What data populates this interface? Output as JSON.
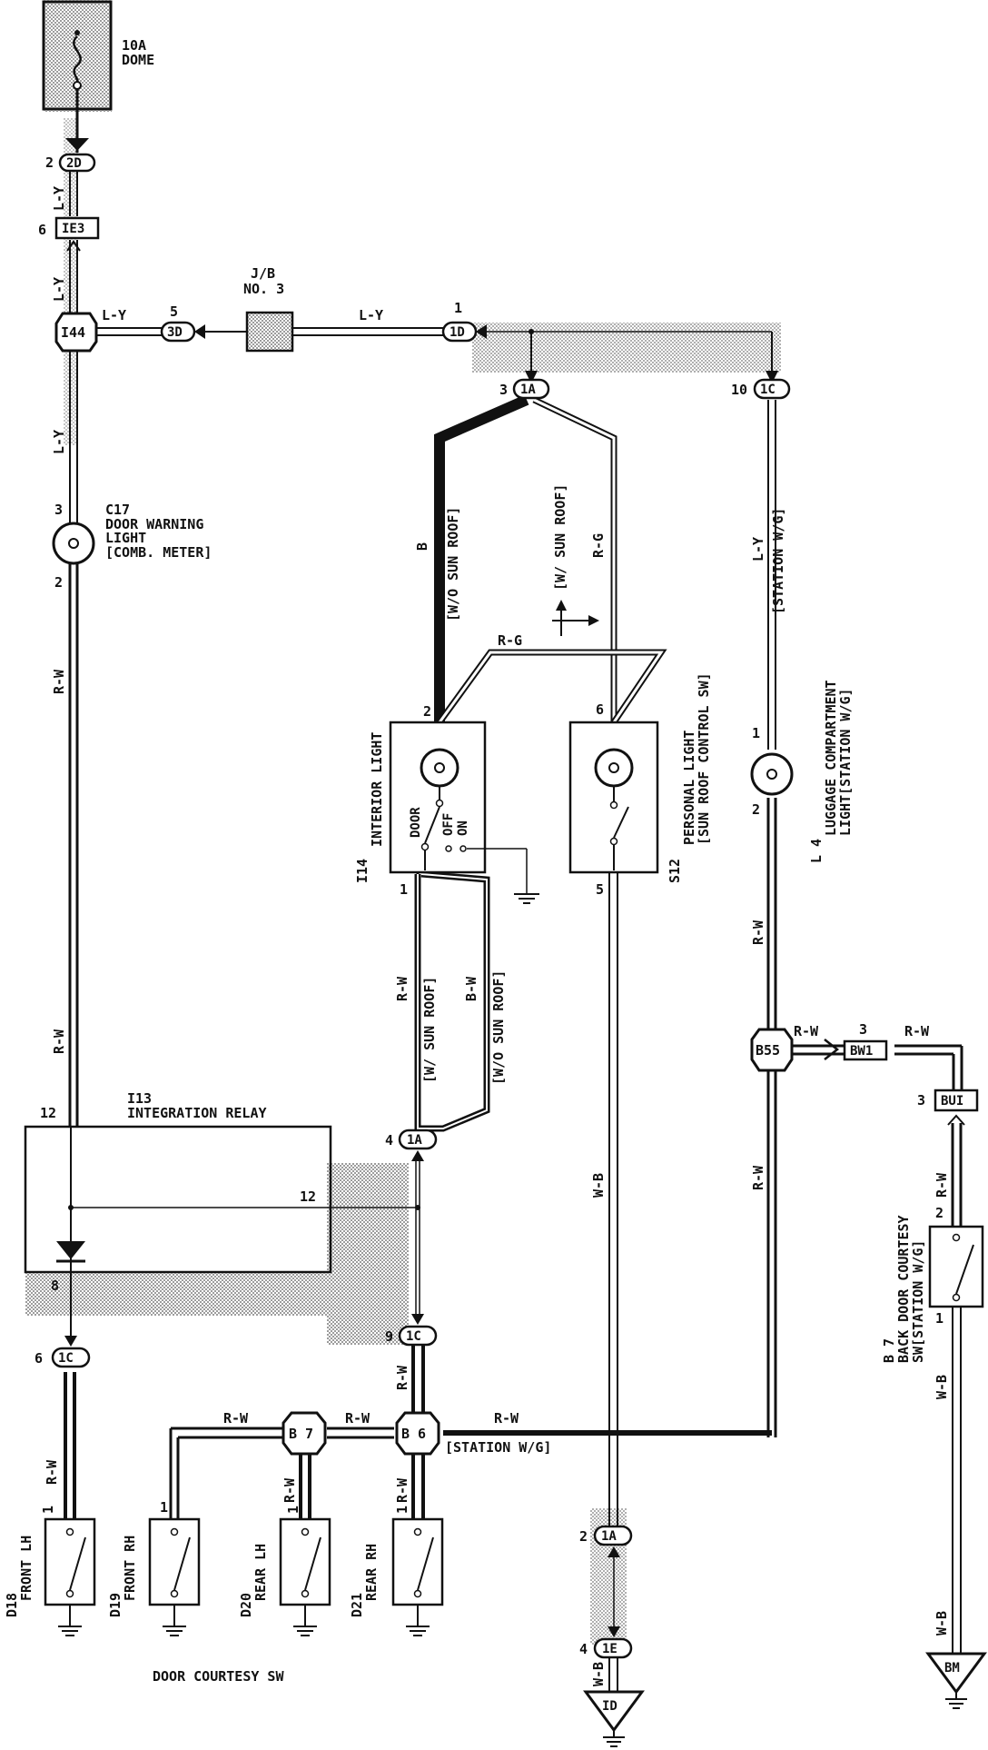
{
  "fuse": {
    "rating": "10A",
    "name": "DOME"
  },
  "wires": {
    "LY": "L-Y",
    "RW": "R-W",
    "RG": "R-G",
    "B": "B",
    "BW": "B-W",
    "WB": "W-B"
  },
  "connectors": {
    "c2D": {
      "id": "2D",
      "pin": "2"
    },
    "cIE3": {
      "id": "IE3",
      "pin": "6"
    },
    "cI44": {
      "id": "I44"
    },
    "c3D": {
      "id": "3D",
      "pin": "5"
    },
    "c1D": {
      "id": "1D",
      "pin": "1"
    },
    "c1A_top": {
      "id": "1A",
      "pin": "3"
    },
    "c1C_top": {
      "id": "1C",
      "pin": "10"
    },
    "c1A_mid": {
      "id": "1A",
      "pin": "4"
    },
    "c1C_mid": {
      "id": "1C",
      "pin": "9"
    },
    "c1C_left": {
      "id": "1C",
      "pin": "6"
    },
    "cB55": {
      "id": "B55"
    },
    "cBW1": {
      "id": "BW1",
      "pin": "3"
    },
    "cBUI": {
      "id": "BUI",
      "pin": "3"
    },
    "cB7": {
      "id": "B 7"
    },
    "cB6": {
      "id": "B 6"
    },
    "c1A_low": {
      "id": "1A",
      "pin": "2"
    },
    "c1E": {
      "id": "1E",
      "pin": "4"
    },
    "gID": {
      "id": "ID"
    },
    "gBM": {
      "id": "BM"
    }
  },
  "jb3": {
    "line1": "J/B",
    "line2": "NO. 3"
  },
  "components": {
    "c17": {
      "code": "C17",
      "l1": "DOOR WARNING",
      "l2": "LIGHT",
      "l3": "[COMB. METER]",
      "pin_top": "3",
      "pin_bot": "2"
    },
    "i14": {
      "code": "I14",
      "name": "INTERIOR LIGHT",
      "door": "DOOR",
      "off": "OFF",
      "on": "ON",
      "pin_top": "2",
      "pin_bot": "1"
    },
    "s12": {
      "code": "S12",
      "l1": "PERSONAL LIGHT",
      "l2": "[SUN ROOF CONTROL SW]",
      "pin_top": "6",
      "pin_bot": "5"
    },
    "l4": {
      "code": "L 4",
      "l1": "LUGGAGE COMPARTMENT",
      "l2": "LIGHT[STATION W/G]",
      "pin_top": "1",
      "pin_bot": "2"
    },
    "i13": {
      "code": "I13",
      "name": "INTEGRATION RELAY",
      "pin_12a": "12",
      "pin_12b": "12",
      "pin_8": "8"
    },
    "b7sw": {
      "code": "B 7",
      "l1": "BACK DOOR COURTESY",
      "l2": "SW[STATION W/G]",
      "pin_top": "2",
      "pin_bot": "1"
    },
    "d18": {
      "code": "D18",
      "name": "FRONT LH",
      "pin": "1"
    },
    "d19": {
      "code": "D19",
      "name": "FRONT RH",
      "pin": "1"
    },
    "d20": {
      "code": "D20",
      "name": "REAR LH",
      "pin": "1"
    },
    "d21": {
      "code": "D21",
      "name": "REAR RH",
      "pin": "1"
    }
  },
  "notes": {
    "wo_sun_roof": "[W/O SUN ROOF]",
    "w_sun_roof": "[W/ SUN ROOF]",
    "station_wg": "[STATION W/G]",
    "station_wg_open": "[STATION W/G]",
    "door_courtesy": "DOOR COURTESY SW"
  }
}
